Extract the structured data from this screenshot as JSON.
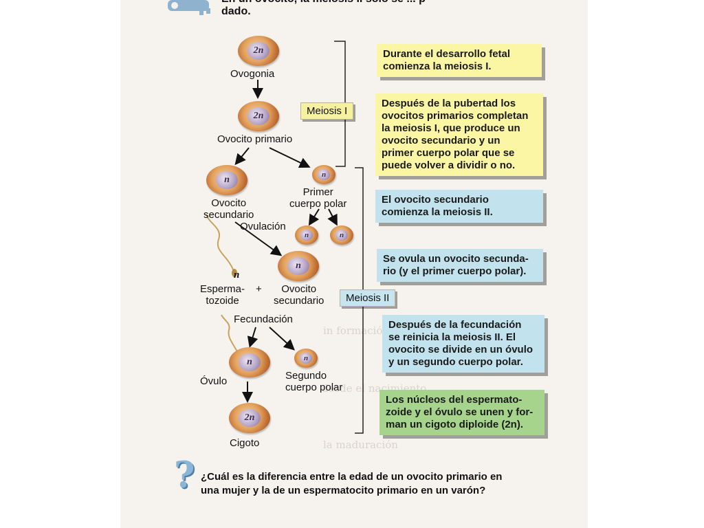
{
  "header": {
    "text_line1": "En un ovocito, la meiosis II sólo se ... p",
    "text_line2": "dado."
  },
  "cells": {
    "ovogonia": {
      "ploidy": "2n",
      "label": "Ovogonia"
    },
    "ovocito_primario": {
      "ploidy": "2n",
      "label": "Ovocito primario"
    },
    "ovocito_secundario_1": {
      "ploidy": "n",
      "label": "Ovocito\nsecundario"
    },
    "primer_cuerpo_polar": {
      "ploidy": "n",
      "label": "Primer\ncuerpo polar"
    },
    "pb_div_a": {
      "ploidy": "n"
    },
    "pb_div_b": {
      "ploidy": "n"
    },
    "ovocito_secundario_2": {
      "ploidy": "n",
      "label": "Ovocito\nsecundario"
    },
    "espermatozoide": {
      "ploidy": "n",
      "label": "Esperma-\ntozoide",
      "plus": "+"
    },
    "ovulo": {
      "ploidy": "n",
      "label": "Óvulo"
    },
    "segundo_cuerpo_polar": {
      "ploidy": "n",
      "label": "Segundo\ncuerpo polar"
    },
    "cigoto": {
      "ploidy": "2n",
      "label": "Cigoto"
    }
  },
  "events": {
    "ovulacion": "Ovulación",
    "fecundacion": "Fecundación"
  },
  "phases": {
    "meiosis1": "Meiosis I",
    "meiosis2": "Meiosis II"
  },
  "boxes": [
    {
      "text": "Durante el desarrollo fetal\ncomienza la meiosis I.",
      "color": "yellow"
    },
    {
      "text": "Después de la pubertad los\novocitos primarios completan\nla meiosis I, que produce un\novocito secundario y un\nprimer cuerpo polar que se\npuede volver a dividir o no.",
      "color": "yellow"
    },
    {
      "text": "El ovocito secundario\ncomienza la meiosis II.",
      "color": "blue"
    },
    {
      "text": "Se ovula un ovocito secunda-\nrio (y el primer cuerpo polar).",
      "color": "blue"
    },
    {
      "text": "Después de la fecundación\nse reinicia la meiosis II. El\novocito se divide en un óvulo\ny un segundo cuerpo polar.",
      "color": "blue"
    },
    {
      "text": "Los núcleos del espermato-\nzoide y el óvulo se unen y for-\nman un cigoto diploide (2n).",
      "color": "green"
    }
  ],
  "question": "¿Cuál es la diferencia entre la edad de un ovocito primario en\nuna mujer y la de un espermatocito primario en un varón?",
  "colors": {
    "yellow": "#fbf6a3",
    "blue": "#c2e3ee",
    "green": "#a6d48d",
    "cell": "#e3a25e",
    "nucleus": "#b9a8c9"
  }
}
